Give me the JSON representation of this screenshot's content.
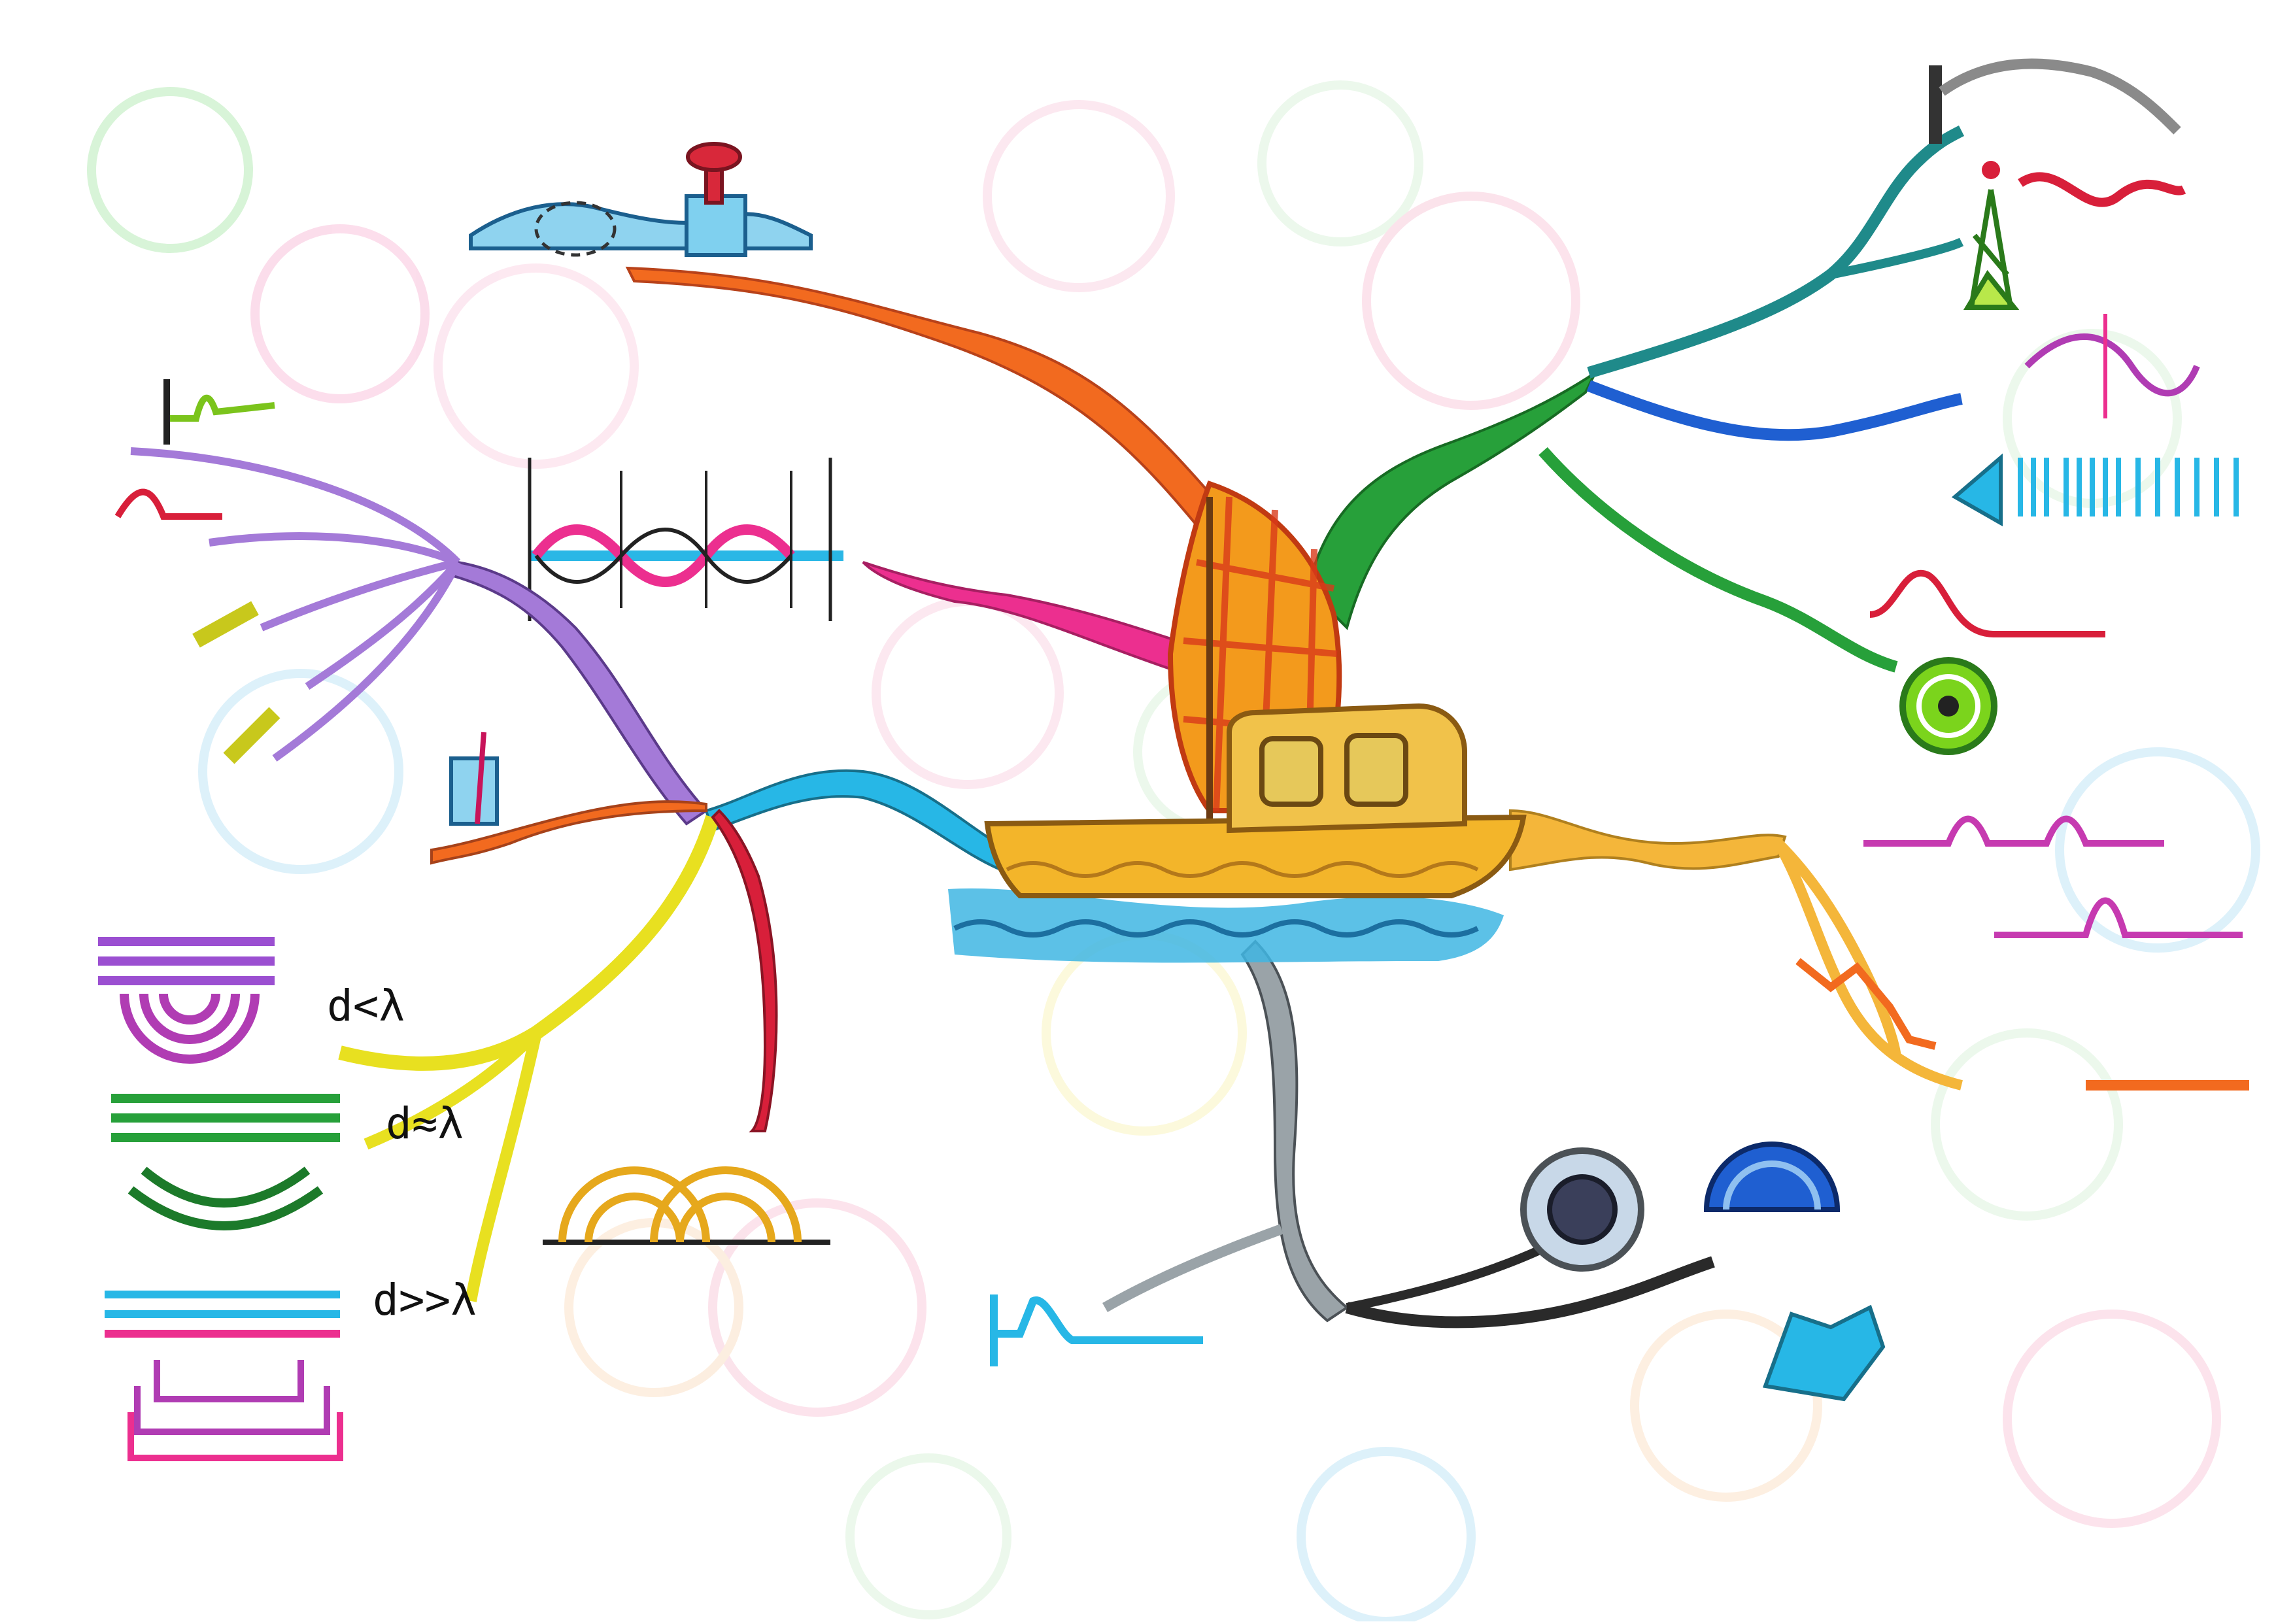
{
  "central": {
    "sail_colors": [
      "#e23a1a",
      "#f39a1c",
      "#f6c21e"
    ],
    "hull_color": "#f3b52a",
    "water_color": "#3fb6e3"
  },
  "branches": [
    {
      "key": "energy",
      "label": "",
      "color": "#f26a1f"
    },
    {
      "key": "standing",
      "label": "",
      "color": "#ec2f8f"
    },
    {
      "key": "types",
      "label": "",
      "color": "#27a03a"
    },
    {
      "key": "superposition",
      "label": "",
      "color": "#f4b63a"
    },
    {
      "key": "water",
      "label": "",
      "color": "#9aa3a8"
    },
    {
      "key": "properties",
      "label": "",
      "color": "#27b7e6"
    }
  ],
  "sub_branches": {
    "types": [
      {
        "label": "",
        "color": "#1f8a8a"
      },
      {
        "label": "",
        "color": "#1f5fd1"
      },
      {
        "label": "",
        "color": "#27a03a"
      }
    ],
    "types_leaf": [
      {
        "label": "",
        "color": "#1f8a8a"
      }
    ],
    "properties": [
      {
        "label": "",
        "color": "#9b6ad1"
      },
      {
        "label": "",
        "color": "#f26a1f"
      },
      {
        "label": "",
        "color": "#e6e61c"
      },
      {
        "label": "",
        "color": "#d81f3a"
      }
    ],
    "reflection": [
      {
        "label": ""
      },
      {
        "label": ""
      },
      {
        "label": ""
      },
      {
        "label": ""
      }
    ],
    "water": [
      {
        "label": ""
      },
      {
        "label": ""
      },
      {
        "label": ""
      }
    ]
  },
  "annotations": {
    "standing_legend": [
      "",
      ""
    ],
    "standing_nodes": [
      "",
      "",
      "",
      "",
      "",
      "",
      "",
      ""
    ],
    "diffraction": [
      "d<λ",
      "d≈λ",
      "d>>λ"
    ],
    "interference_legend": [
      "",
      ""
    ],
    "wave_label": ""
  },
  "signature": ""
}
